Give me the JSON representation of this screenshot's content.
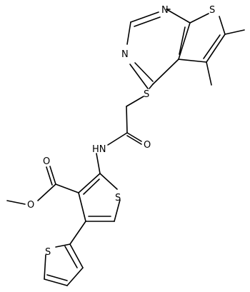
{
  "molecule": {
    "atom_labels": {
      "n_top": "N",
      "n_left": "N",
      "s_fused": "S",
      "s_thioether": "S",
      "nh_amide": "HN",
      "o_amide": "O",
      "o_ester_carbonyl": "O",
      "o_ester_ether": "O",
      "s_thiophene_main": "S",
      "s_thiophene_substituent": "S"
    }
  }
}
